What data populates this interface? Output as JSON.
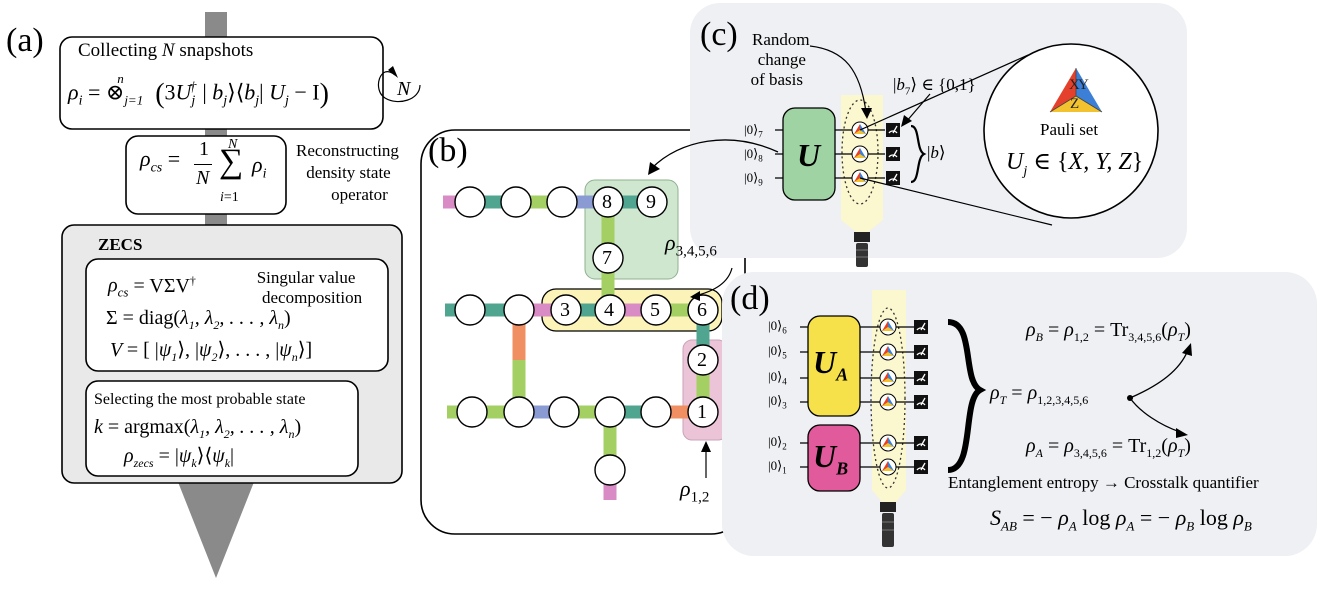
{
  "panel_a": {
    "label": "(a)",
    "collect_title": "Collecting N snapshots",
    "collect_eq": "ρ_i = ⊗_{j=1}^{n} (3U_j^† |b_j⟩⟨b_j| U_j − I)",
    "loop_label": "N",
    "rho_cs_eq": "ρ_cs = (1/N) Σ_{i=1}^{N} ρ_i",
    "reconstruct_caption": [
      "Reconstructing",
      "density state",
      "operator"
    ],
    "zecs_title": "ZECS",
    "svd_caption": [
      "Singular value",
      "decomposition"
    ],
    "svd_eq_1": "ρ_cs = VΣV†",
    "svd_eq_2": "Σ = diag(λ1, λ2, . . . , λn)",
    "svd_eq_3": "V = [ |ψ1⟩, |ψ2⟩, . . . , |ψn⟩]",
    "select_title": "Selecting the most probable state",
    "select_eq_1": "k = argmax(λ1, λ2, . . . , λn)",
    "select_eq_2": "ρ_zecs = |ψk⟩⟨ψk|"
  },
  "panel_b": {
    "label": "(b)",
    "nodes": [
      "1",
      "2",
      "3",
      "4",
      "5",
      "6",
      "7",
      "8",
      "9"
    ],
    "rho_3456": "ρ3,4,5,6",
    "rho_12": "ρ1,2"
  },
  "panel_c": {
    "label": "(c)",
    "random_caption": [
      "Random",
      "change",
      "of basis"
    ],
    "b7_label": "|b7⟩ ∈ {0,1}",
    "b_label": "|b⟩",
    "inputs": [
      "|0⟩7",
      "|0⟩8",
      "|0⟩9"
    ],
    "unitary": "U",
    "pauli_letters": [
      "X",
      "Y",
      "Z"
    ],
    "pauli_set": "Pauli set",
    "pauli_eq": "Uj ∈ {X, Y, Z}"
  },
  "panel_d": {
    "label": "(d)",
    "inputs": [
      "|0⟩6",
      "|0⟩5",
      "|0⟩4",
      "|0⟩3",
      "|0⟩2",
      "|0⟩1"
    ],
    "unitary_a": "UA",
    "unitary_b": "UB",
    "rho_b_eq": "ρB = ρ1,2 = Tr3,4,5,6(ρT)",
    "rho_t_eq": "ρT = ρ1,2,3,4,5,6",
    "rho_a_eq": "ρA = ρ3,4,5,6 = Tr1,2(ρT)",
    "entropy_caption": "Entanglement entropy → Crosstalk quantifier",
    "entropy_eq": "SAB = − ρA log ρA = − ρB log ρB"
  },
  "colors": {
    "panel_gray": "#eef0f3",
    "zecs_gray": "#e9e9e9",
    "arrow_gray": "#8a8a8a",
    "unitary_green": "#9fd3a4",
    "unitary_yellow": "#f7e14a",
    "unitary_pink": "#e15a9c",
    "flash_beam": "#fbf7cf",
    "green_region": "#cfe7cf",
    "yellow_region": "#fbf3b8",
    "pink_region": "#ecc4d8",
    "link_pink": "#d98bc5",
    "link_teal": "#4fa58f",
    "link_blue": "#8a9bd3",
    "link_green": "#a3cf63",
    "link_orange": "#ef8f62",
    "pauli_red": "#e5402b",
    "pauli_blue": "#3c7fd6",
    "pauli_yellow": "#f2c32f"
  }
}
